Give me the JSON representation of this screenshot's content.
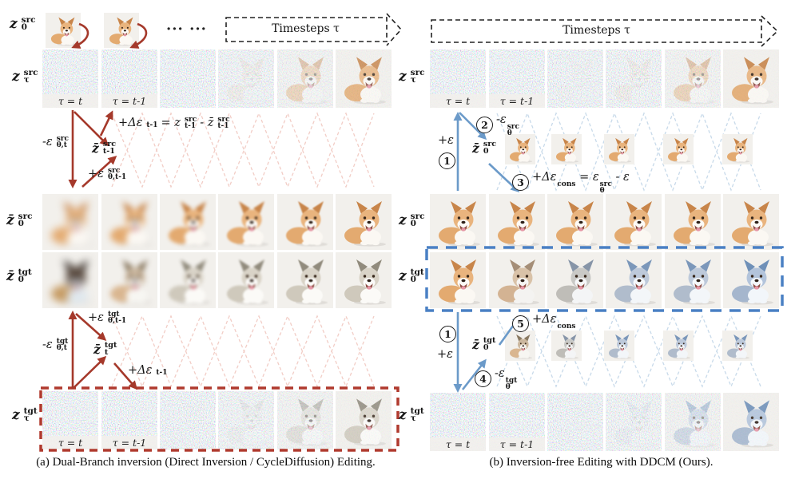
{
  "colors": {
    "darkred": "#a5392b",
    "red_box": "#b03a2e",
    "blue": "#6b9ac9",
    "blue_box": "#4a80c4",
    "pink": "#f2cdc6",
    "lightblue": "#c8daea"
  },
  "figure": {
    "panel_a": {
      "caption": "(a) Dual-Branch inversion (Direct Inversion / CycleDiffusion) Editing.",
      "timesteps": "Timesteps τ",
      "dots": "··· ···",
      "tau_t": "τ = t",
      "tau_t1": "τ = t-1",
      "row_labels": {
        "top": "z_{0}^{src}",
        "ztau_src": "z_{τ}^{src}",
        "zbar0_src": "z̄_{0}^{src}",
        "zbar0_tgt": "z̄_{0}^{tgt}",
        "ztau_tgt": "z_{τ}^{tgt}"
      },
      "edge_labels": {
        "minus_eps_src": "-ε_{θ,t}^{src}",
        "zbar_mid": "z̄_{t-1}^{src}",
        "delta_eq": "+Δε_{t-1} = z_{t-1}^{src} - z̄_{t-1}^{src}",
        "plus_eps_src": "+ε_{θ,t-1}^{src}",
        "plus_eps_tgt": "+ε_{θ,t-1}^{tgt}",
        "minus_eps_tgt": "-ε_{θ,t}^{tgt}",
        "zbar_t_tgt": "z̄_{t}^{tgt}",
        "delta_t1": "+Δε_{t-1}"
      }
    },
    "panel_b": {
      "caption": "(b) Inversion-free Editing with DDCM (Ours).",
      "timesteps": "Timesteps τ",
      "tau_t": "τ = t",
      "tau_t1": "τ = t-1",
      "steps": {
        "s1": "1",
        "s2": "2",
        "s3": "3",
        "s4": "4",
        "s5": "5"
      },
      "row_labels": {
        "ztau_src": "z_{τ}^{src}",
        "z0_src": "z_{0}^{src}",
        "z0_tgt": "z_{0}^{tgt}",
        "ztau_tgt": "z_{τ}^{tgt}"
      },
      "edge_labels": {
        "plus_eps": "+ε",
        "minus_eps_src": "-ε_{θ}^{src}",
        "zbar0_src": "z̄_{0}^{src}",
        "cons_eq": "+Δε^{cons} = ε_{θ}^{src} - ε",
        "plus_cons": "+Δε^{cons}",
        "zbar0_tgt": "z̄_{0}^{tgt}",
        "minus_eps_tgt": "-ε_{θ}^{tgt}"
      }
    }
  }
}
